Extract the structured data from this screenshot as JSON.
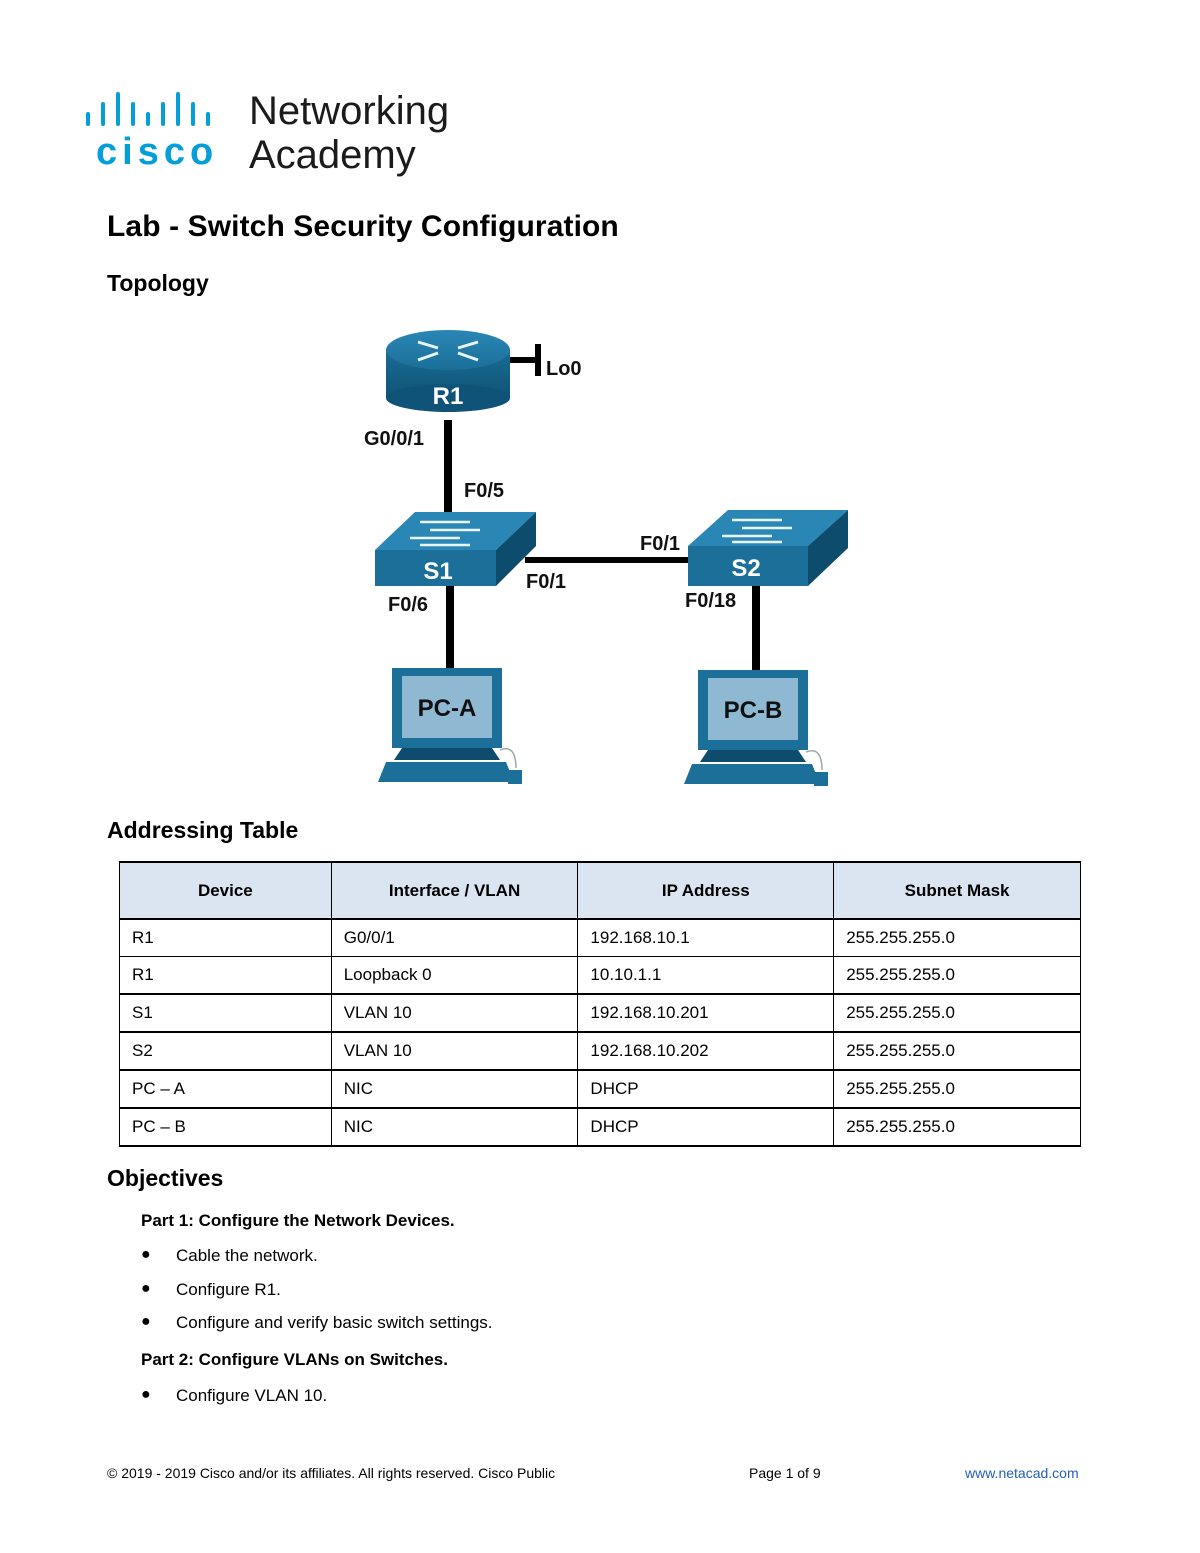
{
  "logo": {
    "brand": "cisco",
    "line1": "Networking",
    "line2": "Academy"
  },
  "title": "Lab - Switch Security Configuration",
  "topology": {
    "heading": "Topology",
    "devices": {
      "router": "R1",
      "switch1": "S1",
      "switch2": "S2",
      "pc_a": "PC-A",
      "pc_b": "PC-B"
    },
    "ports": {
      "r1_loopback": "Lo0",
      "r1_g": "G0/0/1",
      "s1_f05": "F0/5",
      "s1_f01": "F0/1",
      "s2_f01": "F0/1",
      "s1_f06": "F0/6",
      "s2_f018": "F0/18"
    },
    "colors": {
      "device_blue": "#1b6f99",
      "device_dark": "#0e4c6e",
      "pc_screen": "#8fb9d3"
    }
  },
  "addressing": {
    "heading": "Addressing Table",
    "columns": [
      "Device",
      "Interface / VLAN",
      "IP Address",
      "Subnet Mask"
    ],
    "rows": [
      [
        "R1",
        "G0/0/1",
        "192.168.10.1",
        "255.255.255.0"
      ],
      [
        "R1",
        "Loopback 0",
        "10.10.1.1",
        "255.255.255.0"
      ],
      [
        "S1",
        "VLAN 10",
        "192.168.10.201",
        "255.255.255.0"
      ],
      [
        "S2",
        "VLAN 10",
        "192.168.10.202",
        "255.255.255.0"
      ],
      [
        "PC – A",
        "NIC",
        "DHCP",
        "255.255.255.0"
      ],
      [
        "PC – B",
        "NIC",
        "DHCP",
        "255.255.255.0"
      ]
    ]
  },
  "objectives": {
    "heading": "Objectives",
    "part1": {
      "title": "Part 1: Configure the Network Devices.",
      "items": [
        "Cable the network.",
        "Configure R1.",
        "Configure and verify basic switch settings."
      ]
    },
    "part2": {
      "title": "Part 2: Configure VLANs on Switches.",
      "items": [
        "Configure VLAN 10."
      ]
    }
  },
  "footer": {
    "copyright": "© 2019 - 2019 Cisco and/or its affiliates. All rights reserved. Cisco Public",
    "page": "Page 1 of 9",
    "url": "www.netacad.com"
  }
}
